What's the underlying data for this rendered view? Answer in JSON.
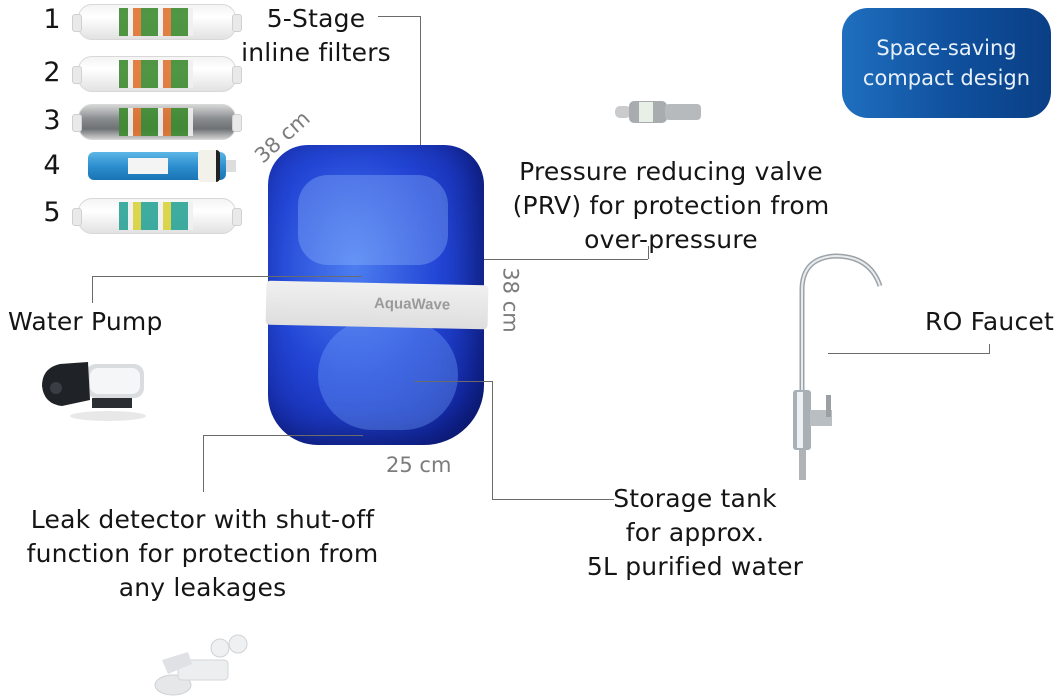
{
  "badge": {
    "line1": "Space-saving",
    "line2": "compact design",
    "gradient_colors": [
      "#1f6fbf",
      "#0a3f85"
    ]
  },
  "filters": {
    "title_line1": "5-Stage",
    "title_line2": "inline filters",
    "stages": [
      {
        "number": "1",
        "type": "inline-filter"
      },
      {
        "number": "2",
        "type": "inline-filter"
      },
      {
        "number": "3",
        "type": "carbon-filter"
      },
      {
        "number": "4",
        "type": "ro-membrane"
      },
      {
        "number": "5",
        "type": "inline-filter"
      }
    ]
  },
  "prv": {
    "line1": "Pressure reducing valve",
    "line2": "(PRV) for protection from",
    "line3": "over-pressure"
  },
  "pump": {
    "label": "Water Pump"
  },
  "faucet": {
    "label": "RO Faucet"
  },
  "unit": {
    "brand": "AquaWave",
    "color": "#2346d6",
    "dimensions": {
      "depth": "38 cm",
      "height": "38 cm",
      "width": "25 cm"
    }
  },
  "leak": {
    "line1": "Leak detector with shut-off",
    "line2": "function for protection from",
    "line3": "any leakages"
  },
  "tank": {
    "line1": "Storage tank",
    "line2": "for approx.",
    "line3": "5L purified water"
  }
}
